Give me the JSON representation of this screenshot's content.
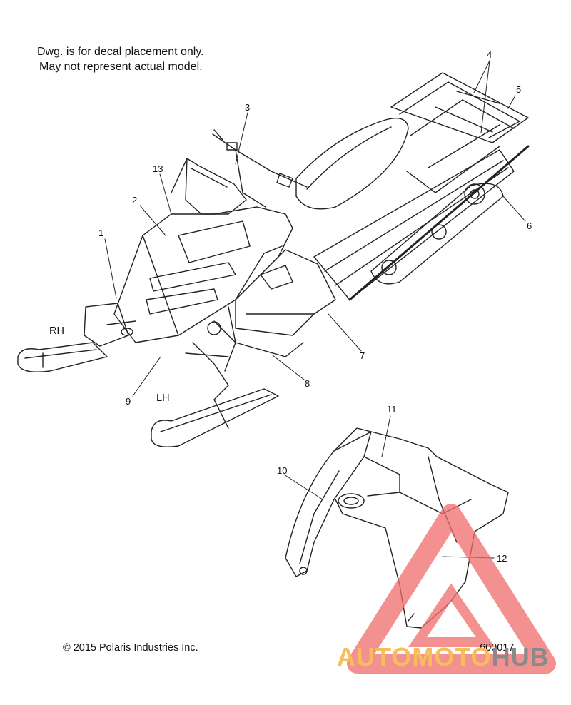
{
  "note": {
    "line1": "Dwg. is for decal placement only.",
    "line2": "May not represent actual model."
  },
  "callouts": {
    "c1": "1",
    "c2": "2",
    "c3": "3",
    "c4": "4",
    "c5": "5",
    "c6": "6",
    "c7": "7",
    "c8": "8",
    "c9": "9",
    "c10": "10",
    "c11": "11",
    "c12": "12",
    "c13": "13"
  },
  "side_labels": {
    "rh": "RH",
    "lh": "LH"
  },
  "footer": {
    "copyright": "© 2015 Polaris Industries Inc.",
    "part_number": "600017"
  },
  "watermark": {
    "text_color_part": "AUTOMOTO",
    "text_gray_part": "HUB",
    "triangle_color": "#f06b6b",
    "orange_color": "#f6be5b",
    "gray_color": "#8a8a8a"
  }
}
